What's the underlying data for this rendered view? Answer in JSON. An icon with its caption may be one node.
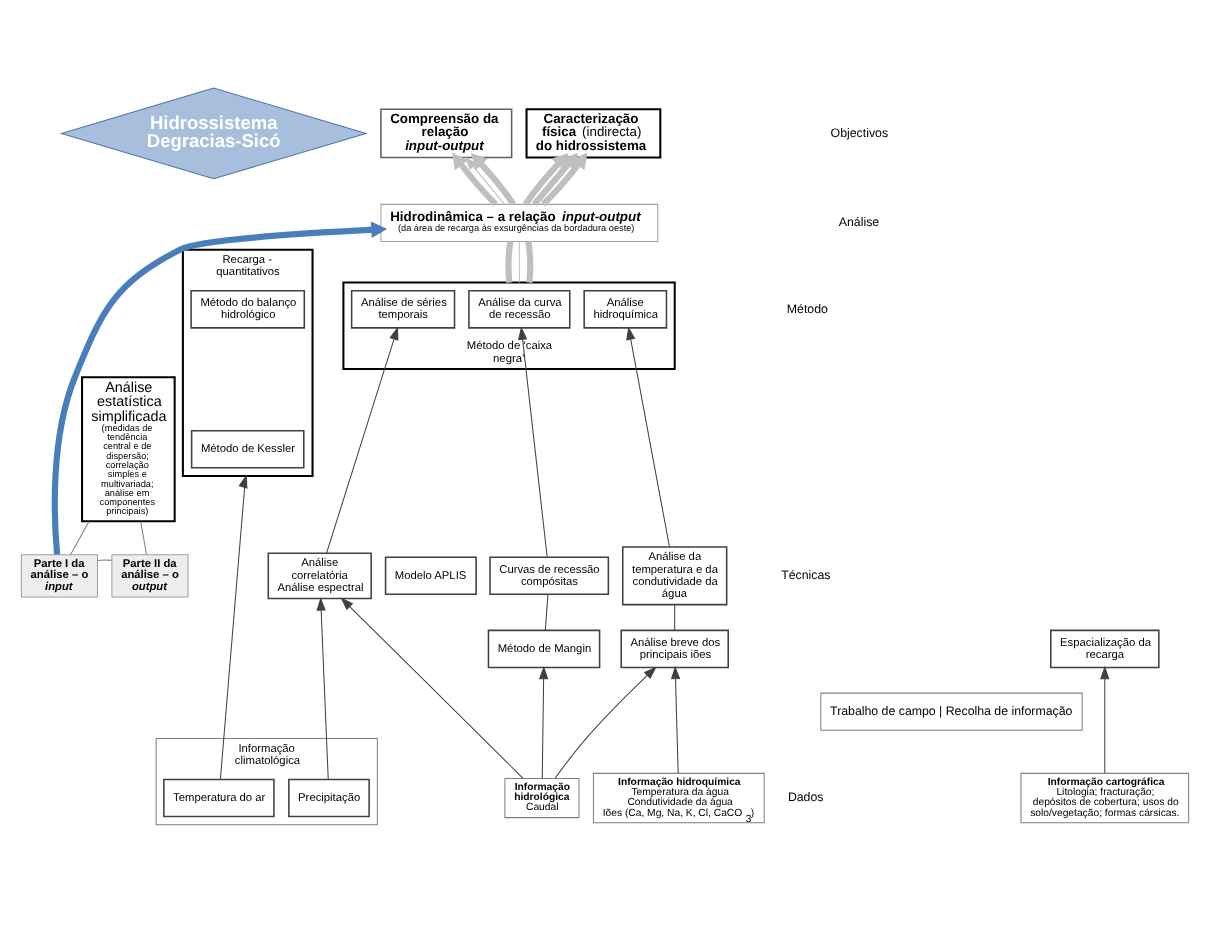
{
  "diagram": {
    "nodes": [
      {
        "text": [
          "Hidrossistema Degracias-Sicó"
        ]
      },
      {
        "text": [
          "Compreensão da relação *input-output*"
        ]
      },
      {
        "text": [
          "**Caracterização física** (indirecta) **do hidrossistema**"
        ]
      },
      {
        "text": [
          "Hidrodinâmica – a relação *input-output*",
          "(da área de recarga às exsurgências da bordadura oeste)"
        ]
      },
      {
        "text": [
          "Parte I da análise – o *input*"
        ]
      },
      {
        "text": [
          "Parte II da análise – o *output*"
        ]
      },
      {
        "text": [
          "Recarga - quantitativos"
        ]
      },
      {
        "text": [
          "Método do balanço hidrológico"
        ],
        "in": 6
      },
      {
        "text": [
          "Método de Kessler"
        ],
        "in": 6
      },
      {
        "text": [
          "Análise estatística simplificada",
          "(medidas de tendência central e de dispersão; correlação simples e multivariada; análise em componentes principais)"
        ]
      },
      {
        "text": [
          "Método de ‘caixa negra’"
        ]
      },
      {
        "text": [
          "Análise de séries temporais"
        ],
        "in": 10
      },
      {
        "text": [
          "Análise da curva de recessão"
        ],
        "in": 10
      },
      {
        "text": [
          "Análise hidroquímica"
        ],
        "in": 10
      },
      {
        "text": [
          "Modelo APLIS"
        ]
      },
      {
        "text": [
          "Espacialização da recarga"
        ]
      },
      {
        "text": [
          "Análise correlatória",
          "Análise espectral"
        ]
      },
      {
        "text": [
          "Curvas de recessão compósitas"
        ]
      },
      {
        "text": [
          "Método de Mangin"
        ]
      },
      {
        "text": [
          "Análise da temperatura e da condutividade da água"
        ]
      },
      {
        "text": [
          "Análise breve dos principais iões"
        ]
      },
      {
        "text": [
          "Trabalho de campo | Recolha de informação"
        ]
      },
      {
        "text": [
          "Informação cartográfica",
          "Litologia; fracturação; depósitos de cobertura; usos do solo/vegetação; formas cársicas."
        ]
      },
      {
        "text": [
          "Informação climatológica"
        ]
      },
      {
        "text": [
          "Temperatura do ar"
        ],
        "in": 23
      },
      {
        "text": [
          "Precipitação"
        ],
        "in": 23
      },
      {
        "text": [
          "Informação hidrológica",
          "Caudal"
        ]
      },
      {
        "text": [
          "Informação hidroquímica",
          "Temperatura da água",
          "Condutividade da água",
          "Iões (Ca, Mg, Na, K, Cl, CaCO$_{3}$)"
        ]
      }
    ],
    "edges": [
      {
        "from": 10,
        "to": 3,
        "arrow": "none",
        "style": "thick",
        "color": "#bfbfbf"
      },
      {
        "from": 10,
        "to": 3,
        "arrow": "none",
        "color": "#bfbfbf"
      },
      {
        "from": 10,
        "to": 3,
        "arrow": "none",
        "style": "thick",
        "color": "#bfbfbf"
      },
      {
        "from": 3,
        "to": 1,
        "arrow": "to",
        "style": "thick",
        "color": "#bfbfbf"
      },
      {
        "from": 3,
        "to": 1,
        "arrow": "to",
        "color": "#bfbfbf"
      },
      {
        "from": 3,
        "to": 1,
        "arrow": "to",
        "style": "thick",
        "color": "#bfbfbf"
      },
      {
        "from": 3,
        "to": 2,
        "arrow": "to",
        "style": "thick",
        "color": "#bfbfbf"
      },
      {
        "from": 3,
        "to": 2,
        "arrow": "to",
        "style": "thick",
        "color": "#bfbfbf"
      },
      {
        "from": 3,
        "to": 2,
        "arrow": "to",
        "style": "thick",
        "color": "#bfbfbf"
      },
      {
        "from": 4,
        "to": 3,
        "arrow": "to",
        "style": "thick",
        "color": "#4a7ebb"
      },
      {
        "from": 4,
        "to": 5,
        "arrow": "none",
        "color": "#7f7f7f"
      },
      {
        "from": 4,
        "to": 9,
        "arrow": "none",
        "color": "#7f7f7f"
      },
      {
        "from": 5,
        "to": 9,
        "arrow": "none",
        "color": "#7f7f7f"
      },
      {
        "from": 16,
        "to": 11,
        "arrow": "to"
      },
      {
        "from": 17,
        "to": 12,
        "arrow": "to"
      },
      {
        "from": 19,
        "to": 13,
        "arrow": "to"
      },
      {
        "from": 18,
        "to": 17,
        "arrow": "none"
      },
      {
        "from": 20,
        "to": 19,
        "arrow": "none"
      },
      {
        "from": 22,
        "to": 15,
        "arrow": "to"
      },
      {
        "from": 24,
        "to": 6,
        "arrow": "to"
      },
      {
        "from": 25,
        "to": 16,
        "arrow": "to"
      },
      {
        "from": 26,
        "to": 16,
        "arrow": "to"
      },
      {
        "from": 26,
        "to": 18,
        "arrow": "to"
      },
      {
        "from": 26,
        "to": 20,
        "arrow": "to"
      },
      {
        "from": 27,
        "to": 20,
        "arrow": "to"
      }
    ],
    "labels": [
      "Objectivos",
      "Análise",
      "Método",
      "Técnicas",
      "Dados"
    ]
  }
}
